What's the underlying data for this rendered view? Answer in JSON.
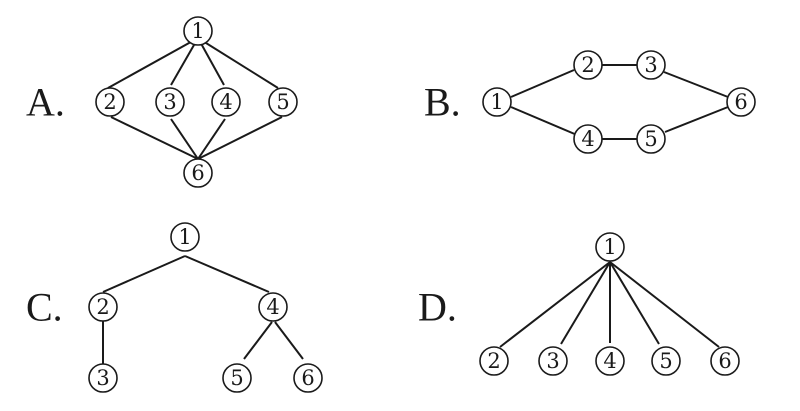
{
  "options": [
    {
      "id": "A",
      "label": "A.",
      "nodes": [
        "1",
        "2",
        "3",
        "4",
        "5",
        "6"
      ],
      "edges": [
        [
          "1",
          "2"
        ],
        [
          "1",
          "3"
        ],
        [
          "1",
          "4"
        ],
        [
          "1",
          "5"
        ],
        [
          "2",
          "6"
        ],
        [
          "3",
          "6"
        ],
        [
          "4",
          "6"
        ],
        [
          "5",
          "6"
        ]
      ]
    },
    {
      "id": "B",
      "label": "B.",
      "nodes": [
        "1",
        "2",
        "3",
        "4",
        "5",
        "6"
      ],
      "edges": [
        [
          "1",
          "2"
        ],
        [
          "2",
          "3"
        ],
        [
          "3",
          "6"
        ],
        [
          "1",
          "4"
        ],
        [
          "4",
          "5"
        ],
        [
          "5",
          "6"
        ]
      ]
    },
    {
      "id": "C",
      "label": "C.",
      "nodes": [
        "1",
        "2",
        "3",
        "4",
        "5",
        "6"
      ],
      "edges": [
        [
          "1",
          "2"
        ],
        [
          "1",
          "4"
        ],
        [
          "2",
          "3"
        ],
        [
          "4",
          "5"
        ],
        [
          "4",
          "6"
        ]
      ]
    },
    {
      "id": "D",
      "label": "D.",
      "nodes": [
        "1",
        "2",
        "3",
        "4",
        "5",
        "6"
      ],
      "edges": [
        [
          "1",
          "2"
        ],
        [
          "1",
          "3"
        ],
        [
          "1",
          "4"
        ],
        [
          "1",
          "5"
        ],
        [
          "1",
          "6"
        ]
      ]
    }
  ]
}
